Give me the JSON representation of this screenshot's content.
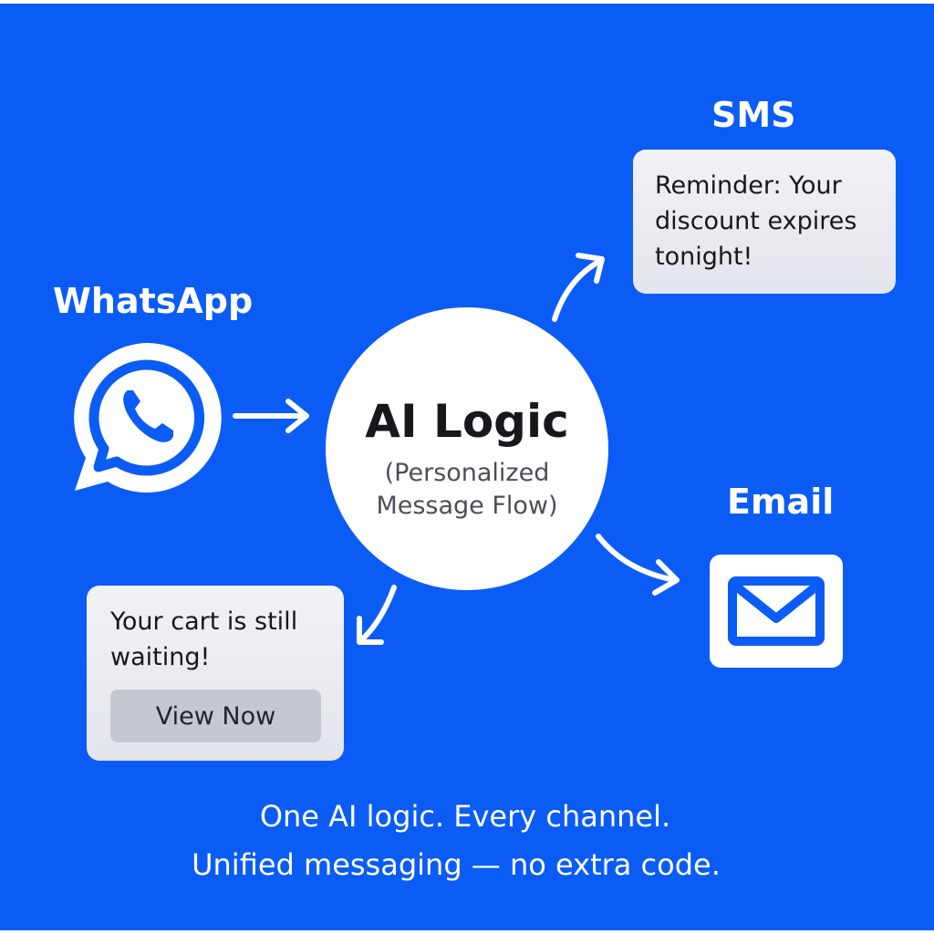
{
  "channels": {
    "sms": {
      "label": "SMS",
      "message": "Reminder: Your discount expires tonight!"
    },
    "whatsapp": {
      "label": "WhatsApp",
      "icon": "whatsapp-icon"
    },
    "email": {
      "label": "Email",
      "icon": "envelope-icon"
    }
  },
  "center": {
    "title": "AI Logic",
    "subtitle": "(Personalized Message Flow)"
  },
  "cart_message": {
    "text": "Your cart is still waiting!",
    "button_label": "View Now"
  },
  "tagline": {
    "line1": "One AI logic. Every channel.",
    "line2": "Unified messaging — no extra code."
  },
  "colors": {
    "background": "#0a5cf5",
    "card": "#eceef2",
    "button": "#c3c8d1",
    "text_dark": "#16181c",
    "white": "#ffffff"
  }
}
